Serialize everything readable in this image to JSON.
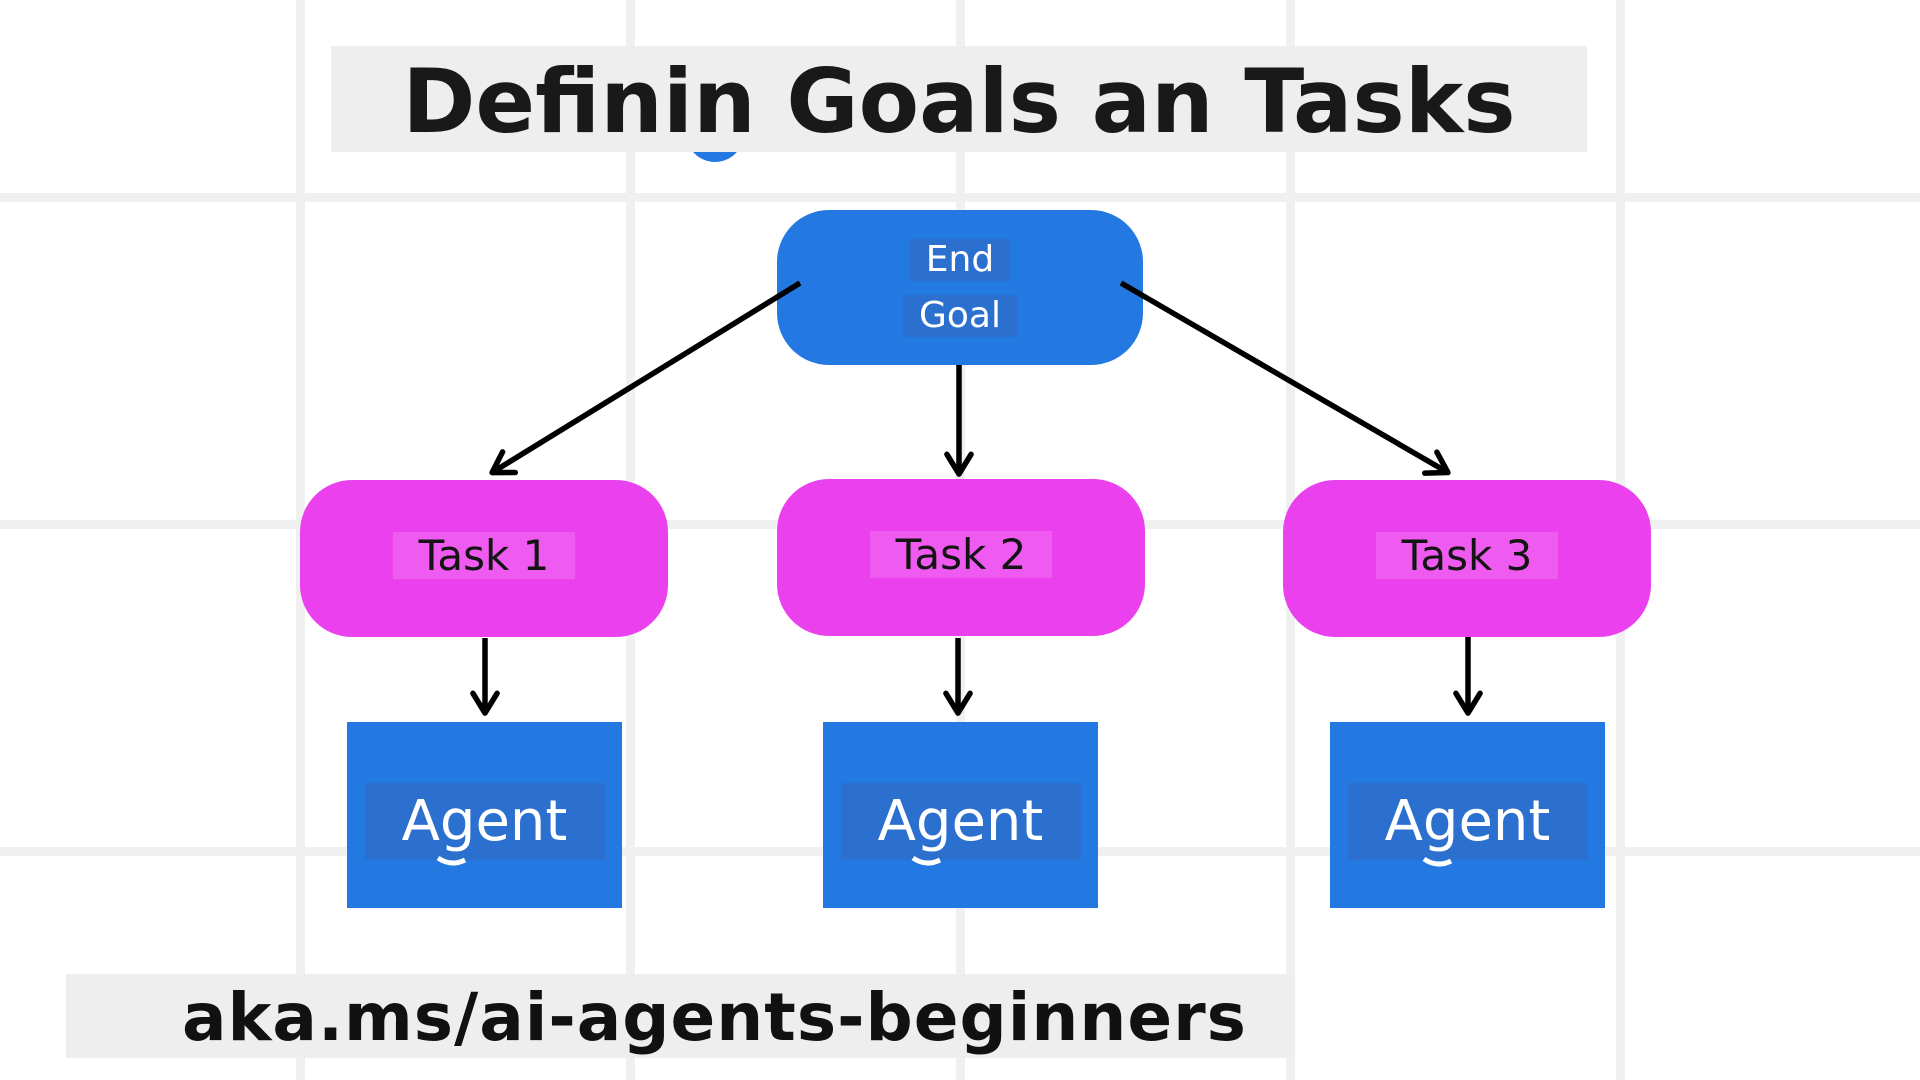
{
  "title": {
    "text": "Definin Goals an Tasks"
  },
  "footer": {
    "url": "aka.ms/ai-agents-beginners"
  },
  "diagram": {
    "root": {
      "label_lines": [
        "End",
        "Goal"
      ]
    },
    "tasks": [
      {
        "label": "Task 1"
      },
      {
        "label": "Task 2"
      },
      {
        "label": "Task 3"
      }
    ],
    "agents": [
      {
        "label": "Agent"
      },
      {
        "label": "Agent"
      },
      {
        "label": "Agent"
      }
    ],
    "edges": [
      "end-goal to task-1",
      "end-goal to task-2",
      "end-goal to task-3",
      "task-1 to agent-1",
      "task-2 to agent-2",
      "task-3 to agent-3"
    ]
  },
  "colors": {
    "blue": "#2478E2",
    "blue_label_bg": "#2B70CF",
    "magenta": "#EB40ED",
    "magenta_label_bg": "#EF5BF0",
    "grid_line": "#F0F0F0",
    "panel_bg": "#EEEEEE",
    "arrow": "#000000"
  }
}
